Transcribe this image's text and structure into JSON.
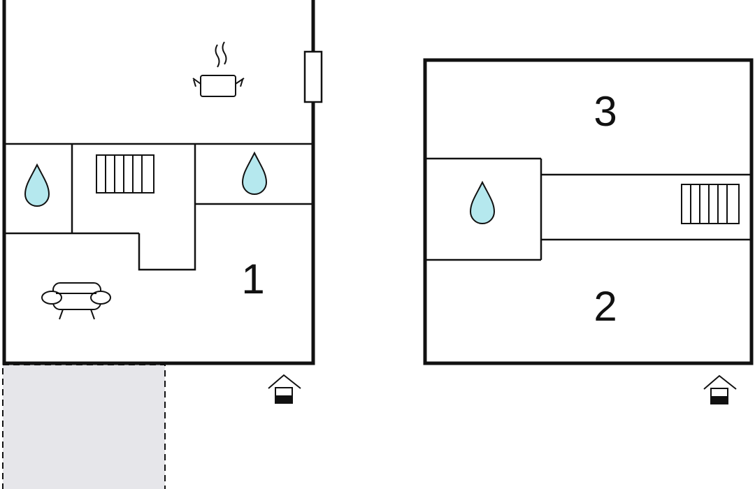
{
  "floorplan": {
    "ground_floor": {
      "room_label": "1",
      "icons": [
        "cooking-pot-icon",
        "sink-drop-icon",
        "radiator-icon",
        "armchair-icon",
        "entrance-icon"
      ]
    },
    "upper_floor": {
      "room_labels": [
        "3",
        "2"
      ],
      "icons": [
        "sink-drop-icon",
        "radiator-icon",
        "entrance-icon"
      ]
    },
    "colors": {
      "wall": "#111111",
      "water": "#b5e8ee",
      "terrace": "#e6e6ea"
    }
  }
}
